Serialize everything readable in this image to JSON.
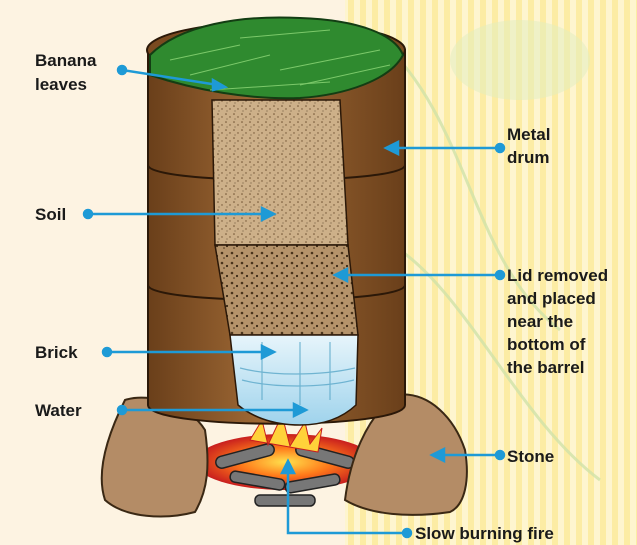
{
  "labels": {
    "banana_line1": "Banana",
    "banana_line2": "leaves",
    "soil": "Soil",
    "brick": "Brick",
    "water": "Water",
    "drum_line1": "Metal",
    "drum_line2": "drum",
    "lid_line1": "Lid removed",
    "lid_line2": "and placed",
    "lid_line3": "near the",
    "lid_line4": "bottom of",
    "lid_line5": "the barrel",
    "stone": "Stone",
    "fire": "Slow burning fire"
  },
  "colors": {
    "pointer": "#1e9ad6",
    "drum": "#8a5a2b",
    "drum_dark": "#5a3516",
    "soil": "#c8a67c",
    "soil_dark": "#8f6d49",
    "water": "#bfe3f3",
    "stone": "#b48c66",
    "leaves": "#2f8a2f"
  }
}
